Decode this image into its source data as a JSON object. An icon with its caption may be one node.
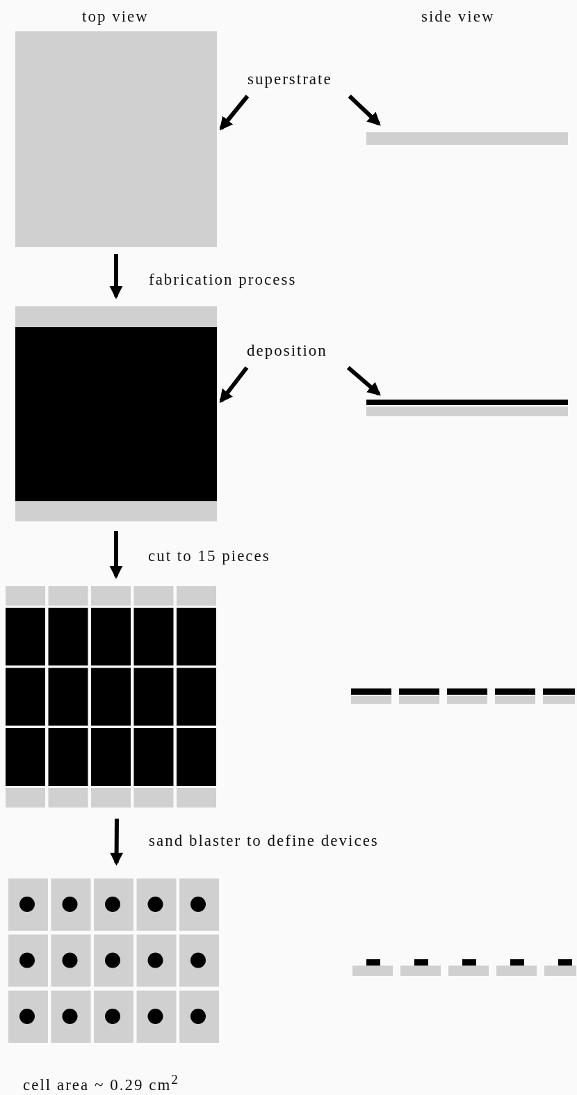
{
  "diagram": {
    "nodes": [
      {
        "text": [],
        "shape": "box"
      },
      {
        "text": [],
        "shape": "bar"
      },
      {
        "text": [
          "superstrate"
        ]
      },
      {
        "text": [],
        "shape": "box"
      },
      {
        "text": [],
        "shape": "bar"
      },
      {
        "text": [
          "deposition"
        ]
      },
      {
        "text": [],
        "shape": "box"
      },
      {
        "text": [],
        "shape": "bar"
      },
      {
        "text": [],
        "shape": "box"
      },
      {
        "text": [],
        "shape": "bar"
      }
    ],
    "edges": [
      {
        "from": 2,
        "to": 0,
        "arrow": "to"
      },
      {
        "from": 2,
        "to": 1,
        "arrow": "to"
      },
      {
        "from": 0,
        "to": 3,
        "arrow": "to",
        "label": "fabrication process"
      },
      {
        "from": 5,
        "to": 3,
        "arrow": "to"
      },
      {
        "from": 5,
        "to": 4,
        "arrow": "to"
      },
      {
        "from": 3,
        "to": 6,
        "arrow": "to",
        "label": "cut to 15 pieces"
      },
      {
        "from": 6,
        "to": 8,
        "arrow": "to",
        "label": "sand blaster to define devices"
      }
    ],
    "labels": [
      "top view",
      "side view",
      "cell area ~ 0.29 cm$^{2}$"
    ]
  }
}
